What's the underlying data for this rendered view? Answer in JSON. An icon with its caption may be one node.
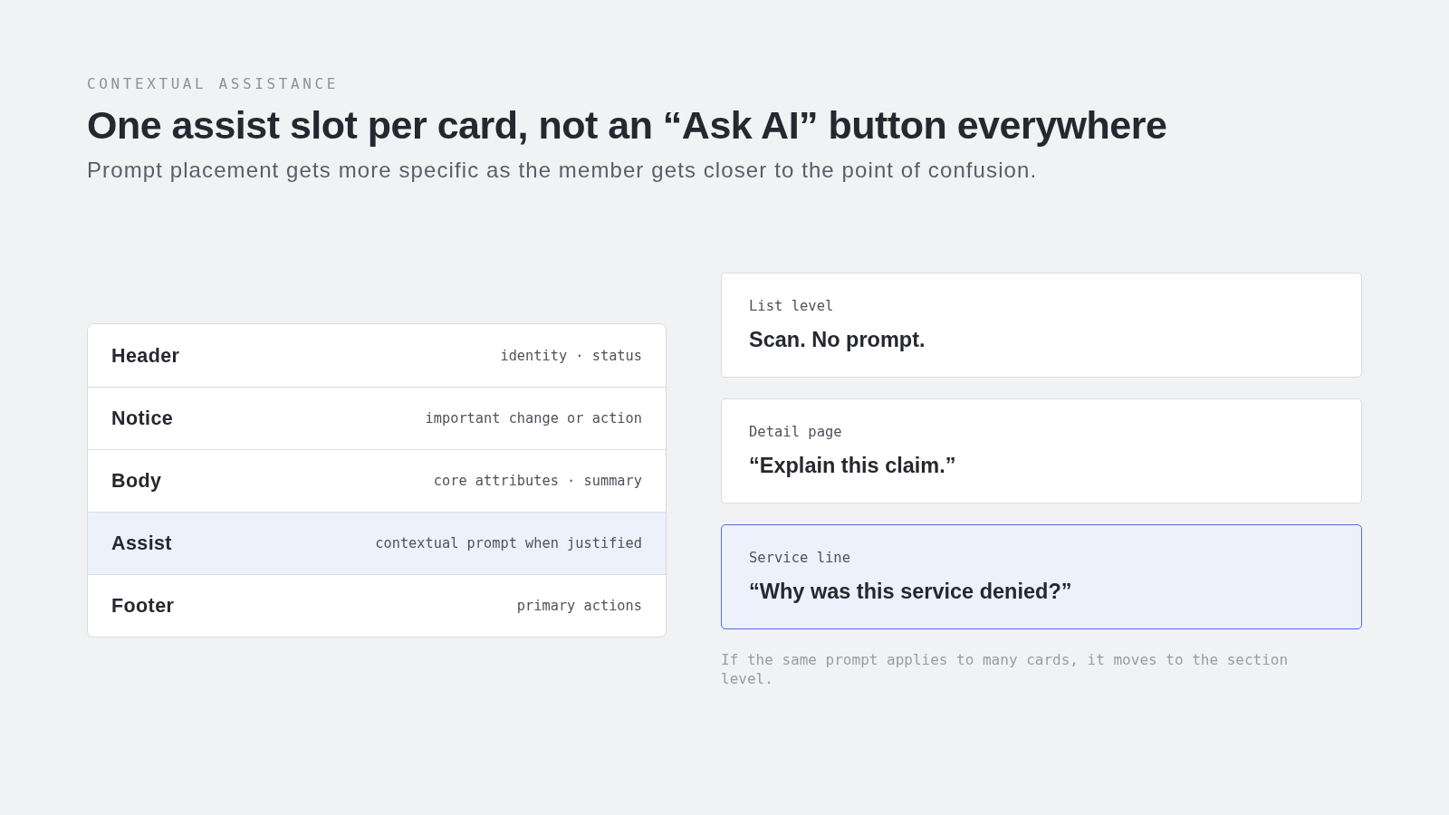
{
  "diagram": {
    "title": "One assist slot per card, not an “Ask AI” button everywhere",
    "nodes": [
      {
        "text": [],
        "shape": "box"
      },
      {
        "text": [
          "Header",
          "identity · status"
        ],
        "in": 0
      },
      {
        "text": [
          "Notice",
          "important change or action"
        ],
        "in": 0
      },
      {
        "text": [
          "Body",
          "core attributes · summary"
        ],
        "in": 0
      },
      {
        "text": [
          "Assist",
          "contextual prompt when justified"
        ],
        "in": 0
      },
      {
        "text": [
          "Footer",
          "primary actions"
        ],
        "in": 0
      },
      {
        "text": [
          "List level",
          "Scan. No prompt."
        ]
      },
      {
        "text": [
          "Detail page",
          "“Explain this claim.”"
        ]
      },
      {
        "text": [
          "Service line",
          "“Why was this service denied?”"
        ]
      }
    ],
    "labels": [
      "CONTEXTUAL ASSISTANCE",
      "Prompt placement gets more specific as the member gets closer to the point of confusion.",
      "If the same prompt applies to many cards, it moves to the section level."
    ]
  }
}
